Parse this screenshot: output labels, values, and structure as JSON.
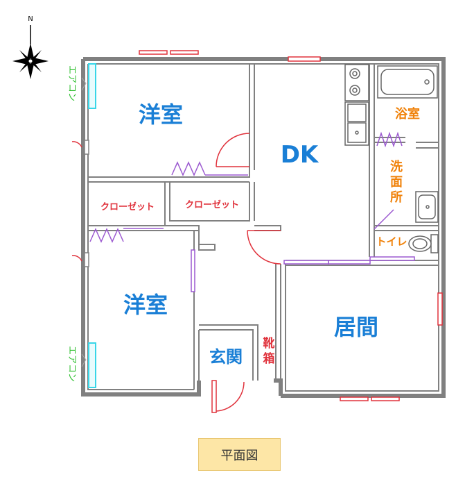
{
  "compass": {
    "north_label": "N"
  },
  "rooms": {
    "western_room_1": "洋室",
    "western_room_2": "洋室",
    "dk": "DK",
    "living": "居間",
    "bath": "浴室",
    "washroom": "洗面所",
    "toilet": "トイレ",
    "closet_1": "クローゼット",
    "closet_2": "クローゼット",
    "entrance": "玄関",
    "shoe_box": "靴箱"
  },
  "aircon_labels": [
    "エアコン",
    "エアコン"
  ],
  "legend": {
    "label": "平面図"
  },
  "colors": {
    "wall": "#808080",
    "room_blue": "#1a7fd6",
    "closet_red": "#e0323c",
    "bath_orange": "#f0820a",
    "aircon_green": "#2fbf2f",
    "window_red": "#e0323c",
    "door_purple": "#9b59d0",
    "aircon_cyan": "#38d6e8"
  }
}
